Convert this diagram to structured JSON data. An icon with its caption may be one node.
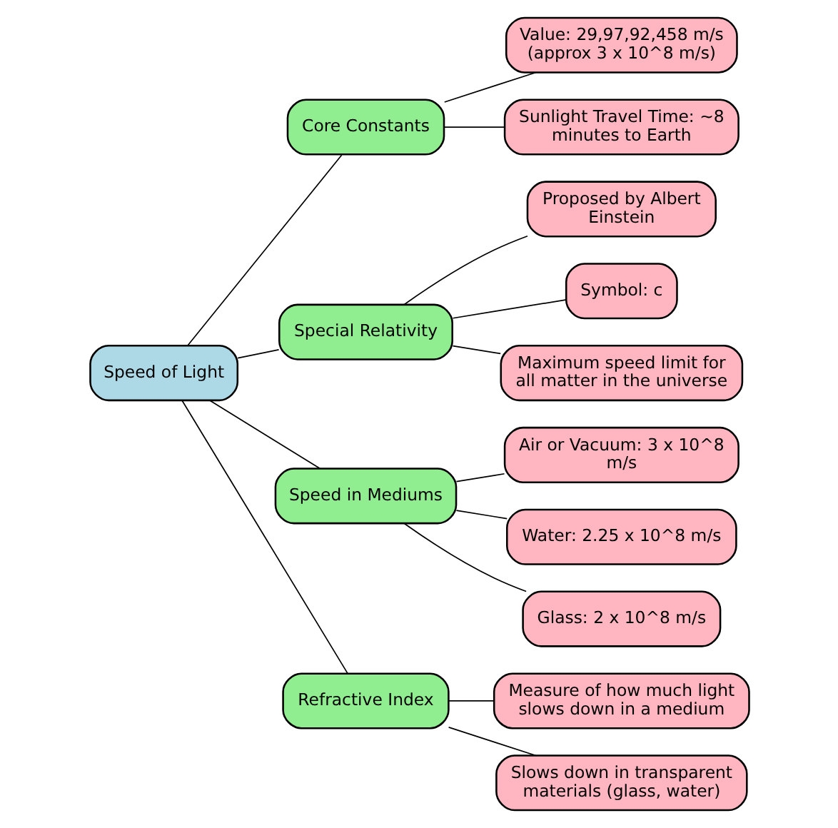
{
  "diagram": {
    "nodes": [
      {
        "text": [
          "Speed of Light"
        ]
      },
      {
        "text": [
          "Core Constants"
        ]
      },
      {
        "text": [
          "Value: 29,97,92,458 m/s (approx 3 x 10^8 m/s)"
        ]
      },
      {
        "text": [
          "Sunlight Travel Time: ~8 minutes to Earth"
        ]
      },
      {
        "text": [
          "Special Relativity"
        ]
      },
      {
        "text": [
          "Proposed by Albert Einstein"
        ]
      },
      {
        "text": [
          "Symbol: c"
        ]
      },
      {
        "text": [
          "Maximum speed limit for all matter in the universe"
        ]
      },
      {
        "text": [
          "Speed in Mediums"
        ]
      },
      {
        "text": [
          "Air or Vacuum: 3 x 10^8 m/s"
        ]
      },
      {
        "text": [
          "Water: 2.25 x 10^8 m/s"
        ]
      },
      {
        "text": [
          "Glass: 2 x 10^8 m/s"
        ]
      },
      {
        "text": [
          "Refractive Index"
        ]
      },
      {
        "text": [
          "Measure of how much light slows down in a medium"
        ]
      },
      {
        "text": [
          "Slows down in transparent materials (glass, water)"
        ]
      }
    ],
    "edges": [
      {
        "from": 0,
        "to": 1,
        "arrow": "none"
      },
      {
        "from": 1,
        "to": 2,
        "arrow": "none"
      },
      {
        "from": 1,
        "to": 3,
        "arrow": "none"
      },
      {
        "from": 0,
        "to": 4,
        "arrow": "none"
      },
      {
        "from": 4,
        "to": 5,
        "arrow": "none"
      },
      {
        "from": 4,
        "to": 6,
        "arrow": "none"
      },
      {
        "from": 4,
        "to": 7,
        "arrow": "none"
      },
      {
        "from": 0,
        "to": 8,
        "arrow": "none"
      },
      {
        "from": 8,
        "to": 9,
        "arrow": "none"
      },
      {
        "from": 8,
        "to": 10,
        "arrow": "none"
      },
      {
        "from": 8,
        "to": 11,
        "arrow": "none"
      },
      {
        "from": 0,
        "to": 12,
        "arrow": "none"
      },
      {
        "from": 12,
        "to": 13,
        "arrow": "none"
      },
      {
        "from": 12,
        "to": 14,
        "arrow": "none"
      }
    ]
  }
}
